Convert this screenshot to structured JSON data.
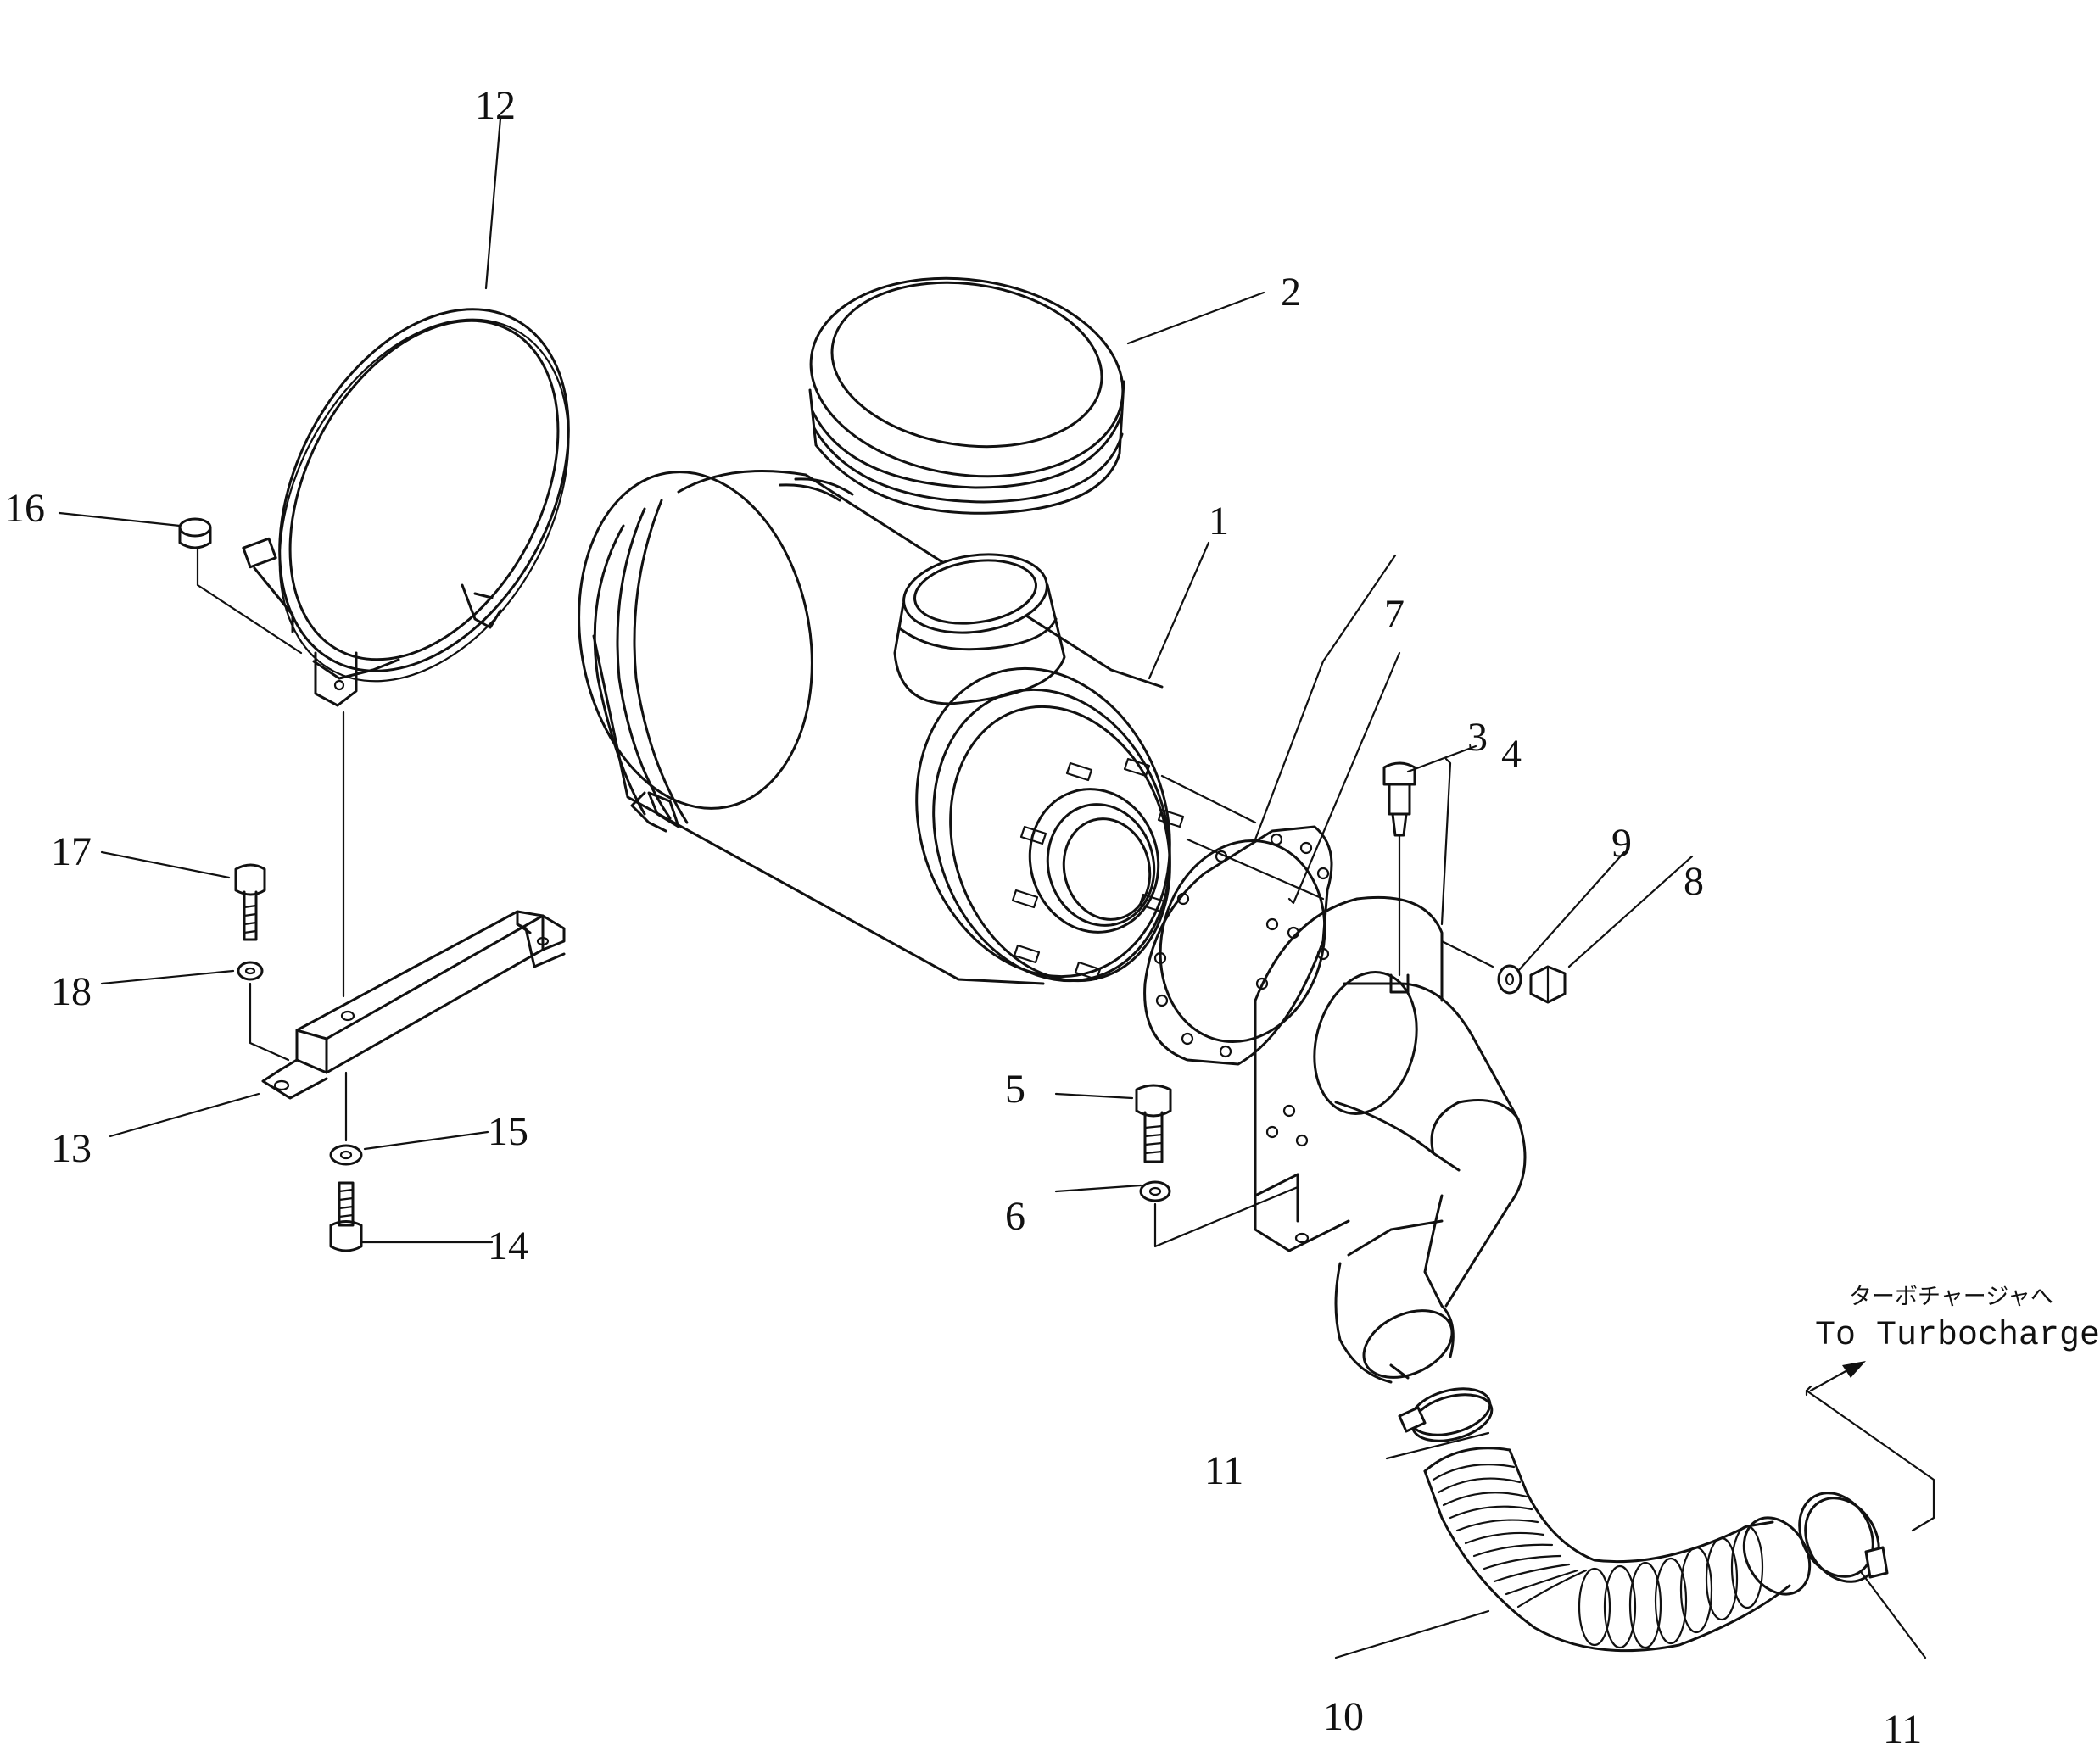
{
  "callouts": [
    "1",
    "2",
    "3",
    "4",
    "5",
    "6",
    "7",
    "8",
    "9",
    "10",
    "11",
    "11",
    "12",
    "13",
    "14",
    "15",
    "16",
    "17",
    "18"
  ],
  "note": {
    "japanese": "ターボチャージャへ",
    "english": "To  Turbocharger"
  }
}
